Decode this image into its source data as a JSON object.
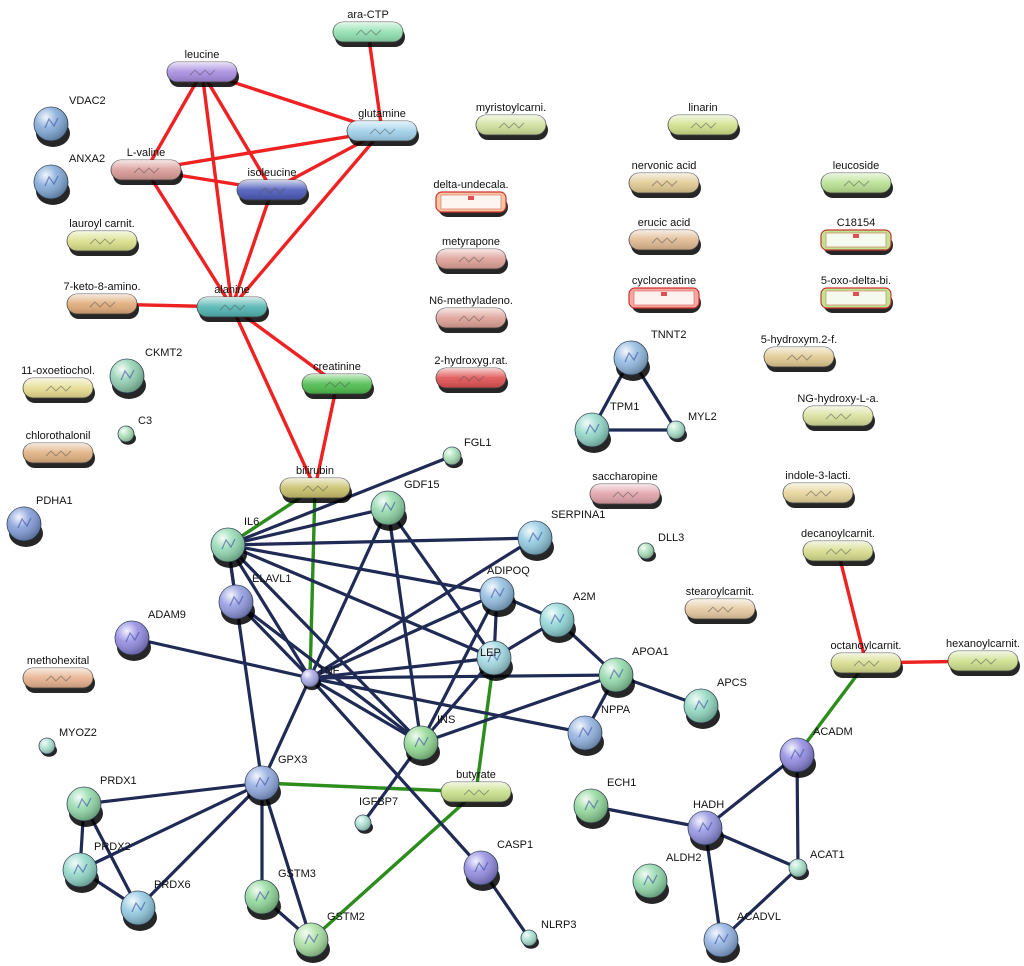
{
  "colors": {
    "metabolite_metabolite": "#ee2222",
    "protein_protein": "#1f2a55",
    "metabolite_protein": "#2c8c1c"
  },
  "nodes": [
    {
      "id": "ara-CTP",
      "label": "ara-CTP",
      "kind": "pill",
      "color": "#8fdfb0"
    },
    {
      "id": "leucine",
      "label": "leucine",
      "kind": "pill",
      "color": "#a78be0"
    },
    {
      "id": "glutamine",
      "label": "glutamine",
      "kind": "pill",
      "color": "#9fd0ea"
    },
    {
      "id": "L-valine",
      "label": "L-valine",
      "kind": "pill",
      "color": "#d99a96"
    },
    {
      "id": "isoleucine",
      "label": "isoleucine",
      "kind": "pill",
      "color": "#4a58b8"
    },
    {
      "id": "lauroyl",
      "label": "lauroyl carnit.",
      "kind": "pill",
      "color": "#d9df8a"
    },
    {
      "id": "7-keto",
      "label": "7-keto-8-amino.",
      "kind": "pill",
      "color": "#e0aa78"
    },
    {
      "id": "alanine",
      "label": "alanine",
      "kind": "pill",
      "color": "#4fb4b0"
    },
    {
      "id": "creatinine",
      "label": "creatinine",
      "kind": "pill",
      "color": "#4cbd4c"
    },
    {
      "id": "11-oxo",
      "label": "11-oxoetiochol.",
      "kind": "pill",
      "color": "#e6dc90"
    },
    {
      "id": "chlorothalonil",
      "label": "chlorothalonil",
      "kind": "pill",
      "color": "#e0b080"
    },
    {
      "id": "bilirubin",
      "label": "bilirubin",
      "kind": "pill",
      "color": "#c8c06a"
    },
    {
      "id": "methohexital",
      "label": "methohexital",
      "kind": "pill",
      "color": "#e6b08c"
    },
    {
      "id": "myristoyl",
      "label": "myristoylcarni.",
      "kind": "pill",
      "color": "#cfe09a"
    },
    {
      "id": "delta-undec",
      "label": "delta-undecala.",
      "kind": "missing",
      "color": "#f4c8a0"
    },
    {
      "id": "metyrapone",
      "label": "metyrapone",
      "kind": "pill",
      "color": "#dea096"
    },
    {
      "id": "N6-methyl",
      "label": "N6-methyladeno.",
      "kind": "pill",
      "color": "#dea096"
    },
    {
      "id": "2-hydroxyg",
      "label": "2-hydroxyg.rat.",
      "kind": "pill",
      "color": "#e05050"
    },
    {
      "id": "linarin",
      "label": "linarin",
      "kind": "pill",
      "color": "#cfe08a"
    },
    {
      "id": "nervonic",
      "label": "nervonic acid",
      "kind": "pill",
      "color": "#e0c890"
    },
    {
      "id": "erucic",
      "label": "erucic acid",
      "kind": "pill",
      "color": "#e0b890"
    },
    {
      "id": "cyclocreatine",
      "label": "cyclocreatine",
      "kind": "missing",
      "color": "#f4a8a0"
    },
    {
      "id": "leucoside",
      "label": "leucoside",
      "kind": "pill",
      "color": "#b8e090"
    },
    {
      "id": "C18154",
      "label": "C18154",
      "kind": "missing",
      "color": "#b8e890"
    },
    {
      "id": "5-oxo",
      "label": "5-oxo-delta-bi.",
      "kind": "missing",
      "color": "#b8e890"
    },
    {
      "id": "5-hydroxym",
      "label": "5-hydroxym.2-f.",
      "kind": "pill",
      "color": "#e0c890"
    },
    {
      "id": "NG-hydroxy",
      "label": "NG-hydroxy-L-a.",
      "kind": "pill",
      "color": "#d8e09a"
    },
    {
      "id": "saccharopine",
      "label": "saccharopine",
      "kind": "pill",
      "color": "#e0a0a8"
    },
    {
      "id": "indole",
      "label": "indole-3-lacti.",
      "kind": "pill",
      "color": "#e6d49a"
    },
    {
      "id": "decanoyl",
      "label": "decanoylcarnit.",
      "kind": "pill",
      "color": "#d6dc8c"
    },
    {
      "id": "stearoyl",
      "label": "stearoylcarnit.",
      "kind": "pill",
      "color": "#e6c8a0"
    },
    {
      "id": "octanoyl",
      "label": "octanoylcarnit.",
      "kind": "pill",
      "color": "#d6dc8c"
    },
    {
      "id": "hexanoyl",
      "label": "hexanoylcarnit.",
      "kind": "pill",
      "color": "#cde08c"
    },
    {
      "id": "butyrate",
      "label": "butyrate",
      "kind": "pill",
      "color": "#c8e08a"
    },
    {
      "id": "VDAC2",
      "label": "VDAC2",
      "kind": "ball",
      "color": "#7fa8d8"
    },
    {
      "id": "ANXA2",
      "label": "ANXA2",
      "kind": "ball",
      "color": "#7fa8d8"
    },
    {
      "id": "CKMT2",
      "label": "CKMT2",
      "kind": "ball",
      "color": "#8fd0b0"
    },
    {
      "id": "C3",
      "label": "C3",
      "kind": "ball",
      "color": "#a8e0b8"
    },
    {
      "id": "PDHA1",
      "label": "PDHA1",
      "kind": "ball",
      "color": "#7f9ad8"
    },
    {
      "id": "TNNT2",
      "label": "TNNT2",
      "kind": "ball",
      "color": "#8fb8e0"
    },
    {
      "id": "TPM1",
      "label": "TPM1",
      "kind": "ball",
      "color": "#8fd8c8"
    },
    {
      "id": "MYL2",
      "label": "MYL2",
      "kind": "ball",
      "color": "#a8e0c8"
    },
    {
      "id": "FGL1",
      "label": "FGL1",
      "kind": "ball",
      "color": "#a8e0b8"
    },
    {
      "id": "GDF15",
      "label": "GDF15",
      "kind": "ball",
      "color": "#8fd8a8"
    },
    {
      "id": "IL6",
      "label": "IL6",
      "kind": "ball",
      "color": "#8fd8b0"
    },
    {
      "id": "SERPINA1",
      "label": "SERPINA1",
      "kind": "ball",
      "color": "#8fc8e0"
    },
    {
      "id": "DLL3",
      "label": "DLL3",
      "kind": "ball",
      "color": "#a8e0b8"
    },
    {
      "id": "ELAVL1",
      "label": "ELAVL1",
      "kind": "ball",
      "color": "#8f98e0"
    },
    {
      "id": "ADIPOQ",
      "label": "ADIPOQ",
      "kind": "ball",
      "color": "#8fbce0"
    },
    {
      "id": "A2M",
      "label": "A2M",
      "kind": "ball",
      "color": "#8fd8d8"
    },
    {
      "id": "ADAM9",
      "label": "ADAM9",
      "kind": "ball",
      "color": "#8f88e0"
    },
    {
      "id": "LEP",
      "label": "LEP",
      "kind": "ball",
      "color": "#9fd8e0"
    },
    {
      "id": "TNF",
      "label": "TNF",
      "kind": "ball",
      "color": "#a8a8e8"
    },
    {
      "id": "APOA1",
      "label": "APOA1",
      "kind": "ball",
      "color": "#8fd8a8"
    },
    {
      "id": "APCS",
      "label": "APCS",
      "kind": "ball",
      "color": "#8fd8c0"
    },
    {
      "id": "NPPA",
      "label": "NPPA",
      "kind": "ball",
      "color": "#8fb0e0"
    },
    {
      "id": "INS",
      "label": "INS",
      "kind": "ball",
      "color": "#8fd890"
    },
    {
      "id": "MYOZ2",
      "label": "MYOZ2",
      "kind": "ball",
      "color": "#a8e0d0"
    },
    {
      "id": "GPX3",
      "label": "GPX3",
      "kind": "ball",
      "color": "#8fa8e0"
    },
    {
      "id": "ACADM",
      "label": "ACADM",
      "kind": "ball",
      "color": "#8f88e0"
    },
    {
      "id": "PRDX1",
      "label": "PRDX1",
      "kind": "ball",
      "color": "#8fd8a8"
    },
    {
      "id": "ECH1",
      "label": "ECH1",
      "kind": "ball",
      "color": "#8fd898"
    },
    {
      "id": "HADH",
      "label": "HADH",
      "kind": "ball",
      "color": "#9090e0"
    },
    {
      "id": "IGFBP7",
      "label": "IGFBP7",
      "kind": "ball",
      "color": "#a8e0d0"
    },
    {
      "id": "PRDX2",
      "label": "PRDX2",
      "kind": "ball",
      "color": "#8fd8c8"
    },
    {
      "id": "CASP1",
      "label": "CASP1",
      "kind": "ball",
      "color": "#8f88e0"
    },
    {
      "id": "ACAT1",
      "label": "ACAT1",
      "kind": "ball",
      "color": "#a8e0c8"
    },
    {
      "id": "ALDH2",
      "label": "ALDH2",
      "kind": "ball",
      "color": "#8fd8a8"
    },
    {
      "id": "PRDX6",
      "label": "PRDX6",
      "kind": "ball",
      "color": "#8fc8e0"
    },
    {
      "id": "GSTM3",
      "label": "GSTM3",
      "kind": "ball",
      "color": "#8fd898"
    },
    {
      "id": "GSTM2",
      "label": "GSTM2",
      "kind": "ball",
      "color": "#a8e0a0"
    },
    {
      "id": "ACADVL",
      "label": "ACADVL",
      "kind": "ball",
      "color": "#8fb0e0"
    },
    {
      "id": "NLRP3",
      "label": "NLRP3",
      "kind": "ball",
      "color": "#a8e0d0"
    }
  ],
  "edges": [
    {
      "a": "ara-CTP",
      "b": "glutamine",
      "type": "metabolite_metabolite"
    },
    {
      "a": "leucine",
      "b": "glutamine",
      "type": "metabolite_metabolite"
    },
    {
      "a": "leucine",
      "b": "L-valine",
      "type": "metabolite_metabolite"
    },
    {
      "a": "leucine",
      "b": "isoleucine",
      "type": "metabolite_metabolite"
    },
    {
      "a": "leucine",
      "b": "alanine",
      "type": "metabolite_metabolite"
    },
    {
      "a": "glutamine",
      "b": "L-valine",
      "type": "metabolite_metabolite"
    },
    {
      "a": "glutamine",
      "b": "isoleucine",
      "type": "metabolite_metabolite"
    },
    {
      "a": "glutamine",
      "b": "alanine",
      "type": "metabolite_metabolite"
    },
    {
      "a": "L-valine",
      "b": "isoleucine",
      "type": "metabolite_metabolite"
    },
    {
      "a": "L-valine",
      "b": "alanine",
      "type": "metabolite_metabolite"
    },
    {
      "a": "isoleucine",
      "b": "alanine",
      "type": "metabolite_metabolite"
    },
    {
      "a": "7-keto",
      "b": "alanine",
      "type": "metabolite_metabolite"
    },
    {
      "a": "alanine",
      "b": "creatinine",
      "type": "metabolite_metabolite"
    },
    {
      "a": "alanine",
      "b": "bilirubin",
      "type": "metabolite_metabolite"
    },
    {
      "a": "creatinine",
      "b": "bilirubin",
      "type": "metabolite_metabolite"
    },
    {
      "a": "decanoyl",
      "b": "octanoyl",
      "type": "metabolite_metabolite"
    },
    {
      "a": "octanoyl",
      "b": "hexanoyl",
      "type": "metabolite_metabolite"
    },
    {
      "a": "bilirubin",
      "b": "IL6",
      "type": "metabolite_protein"
    },
    {
      "a": "bilirubin",
      "b": "TNF",
      "type": "metabolite_protein"
    },
    {
      "a": "octanoyl",
      "b": "ACADM",
      "type": "metabolite_protein"
    },
    {
      "a": "butyrate",
      "b": "LEP",
      "type": "metabolite_protein"
    },
    {
      "a": "butyrate",
      "b": "GPX3",
      "type": "metabolite_protein"
    },
    {
      "a": "butyrate",
      "b": "GSTM2",
      "type": "metabolite_protein"
    },
    {
      "a": "TNNT2",
      "b": "TPM1",
      "type": "protein_protein"
    },
    {
      "a": "TNNT2",
      "b": "MYL2",
      "type": "protein_protein"
    },
    {
      "a": "TPM1",
      "b": "MYL2",
      "type": "protein_protein"
    },
    {
      "a": "IL6",
      "b": "FGL1",
      "type": "protein_protein"
    },
    {
      "a": "IL6",
      "b": "GDF15",
      "type": "protein_protein"
    },
    {
      "a": "IL6",
      "b": "SERPINA1",
      "type": "protein_protein"
    },
    {
      "a": "IL6",
      "b": "ELAVL1",
      "type": "protein_protein"
    },
    {
      "a": "IL6",
      "b": "ADIPOQ",
      "type": "protein_protein"
    },
    {
      "a": "IL6",
      "b": "LEP",
      "type": "protein_protein"
    },
    {
      "a": "IL6",
      "b": "TNF",
      "type": "protein_protein"
    },
    {
      "a": "IL6",
      "b": "INS",
      "type": "protein_protein"
    },
    {
      "a": "IL6",
      "b": "GPX3",
      "type": "protein_protein"
    },
    {
      "a": "GDF15",
      "b": "TNF",
      "type": "protein_protein"
    },
    {
      "a": "GDF15",
      "b": "INS",
      "type": "protein_protein"
    },
    {
      "a": "GDF15",
      "b": "LEP",
      "type": "protein_protein"
    },
    {
      "a": "SERPINA1",
      "b": "TNF",
      "type": "protein_protein"
    },
    {
      "a": "ELAVL1",
      "b": "TNF",
      "type": "protein_protein"
    },
    {
      "a": "ELAVL1",
      "b": "INS",
      "type": "protein_protein"
    },
    {
      "a": "ADIPOQ",
      "b": "TNF",
      "type": "protein_protein"
    },
    {
      "a": "ADIPOQ",
      "b": "INS",
      "type": "protein_protein"
    },
    {
      "a": "ADIPOQ",
      "b": "A2M",
      "type": "protein_protein"
    },
    {
      "a": "ADIPOQ",
      "b": "LEP",
      "type": "protein_protein"
    },
    {
      "a": "A2M",
      "b": "LEP",
      "type": "protein_protein"
    },
    {
      "a": "A2M",
      "b": "APOA1",
      "type": "protein_protein"
    },
    {
      "a": "ADAM9",
      "b": "TNF",
      "type": "protein_protein"
    },
    {
      "a": "LEP",
      "b": "TNF",
      "type": "protein_protein"
    },
    {
      "a": "LEP",
      "b": "INS",
      "type": "protein_protein"
    },
    {
      "a": "TNF",
      "b": "INS",
      "type": "protein_protein"
    },
    {
      "a": "TNF",
      "b": "APOA1",
      "type": "protein_protein"
    },
    {
      "a": "TNF",
      "b": "NPPA",
      "type": "protein_protein"
    },
    {
      "a": "TNF",
      "b": "GPX3",
      "type": "protein_protein"
    },
    {
      "a": "TNF",
      "b": "CASP1",
      "type": "protein_protein"
    },
    {
      "a": "APOA1",
      "b": "APCS",
      "type": "protein_protein"
    },
    {
      "a": "APOA1",
      "b": "NPPA",
      "type": "protein_protein"
    },
    {
      "a": "APOA1",
      "b": "INS",
      "type": "protein_protein"
    },
    {
      "a": "INS",
      "b": "IGFBP7",
      "type": "protein_protein"
    },
    {
      "a": "GPX3",
      "b": "PRDX1",
      "type": "protein_protein"
    },
    {
      "a": "GPX3",
      "b": "PRDX2",
      "type": "protein_protein"
    },
    {
      "a": "GPX3",
      "b": "PRDX6",
      "type": "protein_protein"
    },
    {
      "a": "GPX3",
      "b": "GSTM3",
      "type": "protein_protein"
    },
    {
      "a": "GPX3",
      "b": "GSTM2",
      "type": "protein_protein"
    },
    {
      "a": "PRDX1",
      "b": "PRDX2",
      "type": "protein_protein"
    },
    {
      "a": "PRDX1",
      "b": "PRDX6",
      "type": "protein_protein"
    },
    {
      "a": "PRDX2",
      "b": "PRDX6",
      "type": "protein_protein"
    },
    {
      "a": "GSTM3",
      "b": "GSTM2",
      "type": "protein_protein"
    },
    {
      "a": "CASP1",
      "b": "NLRP3",
      "type": "protein_protein"
    },
    {
      "a": "ACADM",
      "b": "HADH",
      "type": "protein_protein"
    },
    {
      "a": "ACADM",
      "b": "ACAT1",
      "type": "protein_protein"
    },
    {
      "a": "ECH1",
      "b": "HADH",
      "type": "protein_protein"
    },
    {
      "a": "HADH",
      "b": "ACAT1",
      "type": "protein_protein"
    },
    {
      "a": "HADH",
      "b": "ACADVL",
      "type": "protein_protein"
    },
    {
      "a": "ACAT1",
      "b": "ACADVL",
      "type": "protein_protein"
    }
  ]
}
